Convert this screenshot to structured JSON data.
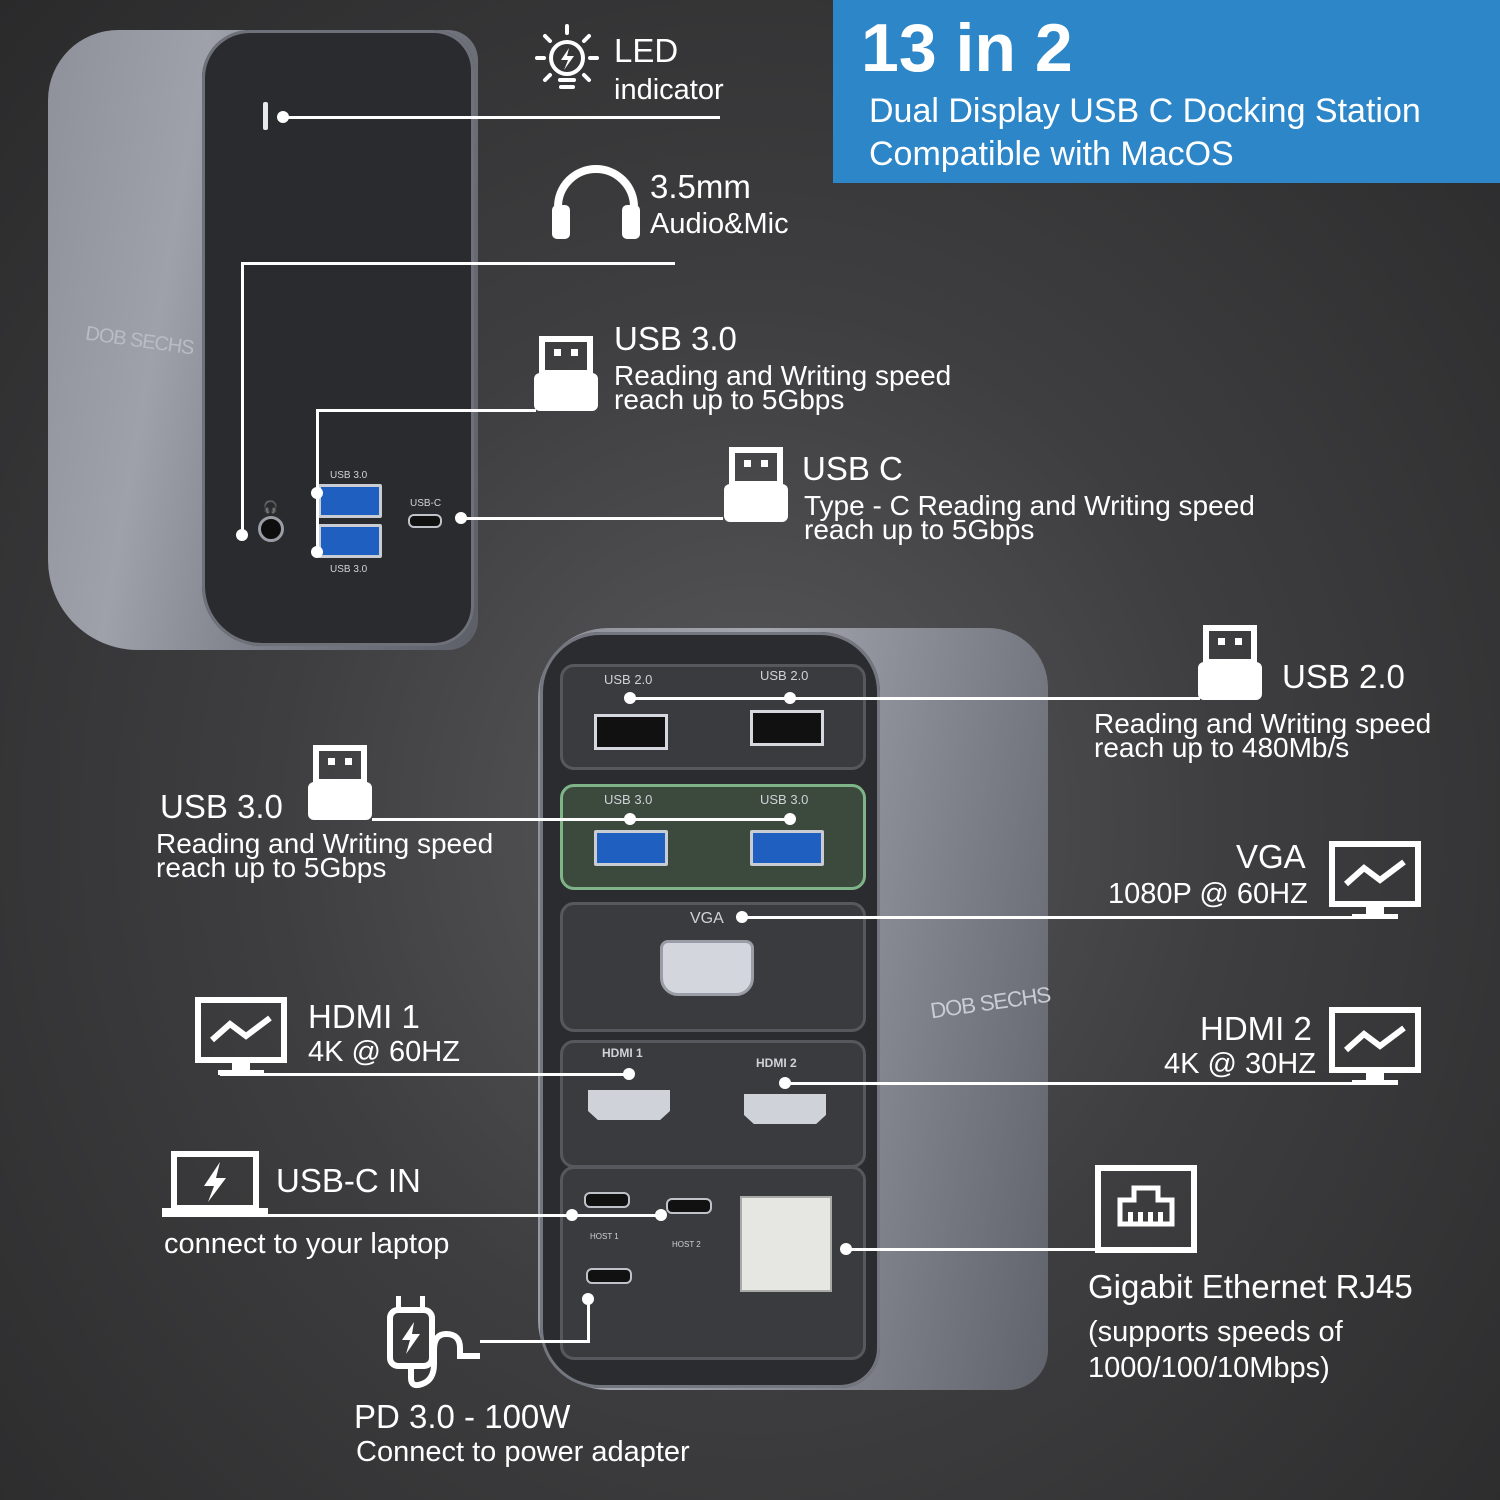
{
  "banner": {
    "headline": "13 in 2",
    "line1": "Dual Display USB C Docking Station",
    "line2": "Compatible with MacOS",
    "color": "#2d86c8"
  },
  "device_front": {
    "brand": "DOB SECHS",
    "port_labels": {
      "usb3_top": "USB 3.0",
      "usb3_bottom": "USB 3.0",
      "usbc": "USB-C"
    }
  },
  "device_rear": {
    "brand": "DOB SECHS",
    "port_labels": {
      "usb2_left": "USB 2.0",
      "usb2_right": "USB 2.0",
      "usb3_left": "USB 3.0",
      "usb3_right": "USB 3.0",
      "vga": "VGA",
      "hdmi1": "HDMI 1",
      "hdmi2": "HDMI 2",
      "host1": "HOST 1",
      "host2": "HOST 2"
    }
  },
  "callouts": {
    "led": {
      "title": "LED",
      "sub": "indicator",
      "icon": "lightbulb-icon"
    },
    "audio": {
      "title": "3.5mm",
      "sub": "Audio&Mic",
      "icon": "headphones-icon"
    },
    "usb3_front": {
      "title": "USB 3.0",
      "sub1": "Reading  and Writing speed",
      "sub2": "reach up to 5Gbps",
      "icon": "usb-plug-icon"
    },
    "usbc_front": {
      "title": "USB C",
      "sub1": "Type - C Reading  and Writing speed",
      "sub2": "reach up to 5Gbps",
      "icon": "usb-plug-icon"
    },
    "usb2_rear": {
      "title": "USB 2.0",
      "sub1": "Reading  and Writing speed",
      "sub2": "reach up to 480Mb/s",
      "icon": "usb-plug-icon"
    },
    "usb3_rear": {
      "title": "USB 3.0",
      "sub1": "Reading  and Writing speed",
      "sub2": "reach up to 5Gbps",
      "icon": "usb-plug-icon"
    },
    "vga": {
      "title": "VGA",
      "sub": "1080P @ 60HZ",
      "icon": "monitor-icon"
    },
    "hdmi1": {
      "title": "HDMI 1",
      "sub": "4K @ 60HZ",
      "icon": "monitor-icon"
    },
    "hdmi2": {
      "title": "HDMI 2",
      "sub": "4K @ 30HZ",
      "icon": "monitor-icon"
    },
    "usbc_in": {
      "title": "USB-C IN",
      "sub": "connect to your laptop",
      "icon": "laptop-charge-icon"
    },
    "ethernet": {
      "title": "Gigabit Ethernet RJ45",
      "sub1": "(supports speeds of",
      "sub2": "1000/100/10Mbps)",
      "icon": "ethernet-icon"
    },
    "pd": {
      "title": "PD 3.0 - 100W",
      "sub": "Connect to power adapter",
      "icon": "power-plug-icon"
    }
  }
}
